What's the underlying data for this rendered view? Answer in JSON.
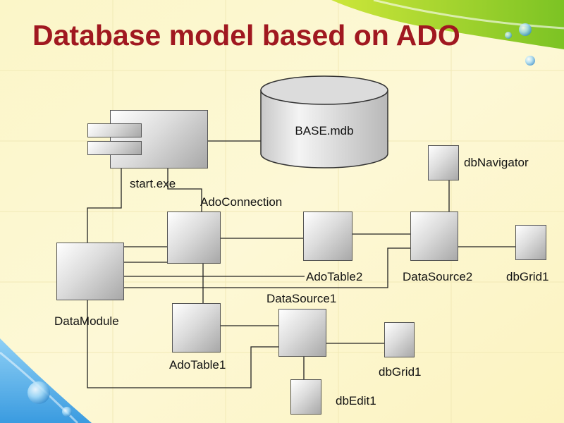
{
  "slide": {
    "title": "Database model based on ADO",
    "title_color": "#a01820"
  },
  "diagram": {
    "database": "BASE.mdb",
    "start": "start.exe",
    "ado_connection": "AdoConnection",
    "data_module": "DataModule",
    "ado_table1": "AdoTable1",
    "ado_table2": "AdoTable2",
    "data_source1": "DataSource1",
    "data_source2": "DataSource2",
    "db_navigator": "dbNavigator",
    "db_grid_top": "dbGrid1",
    "db_grid_bottom": "dbGrid1",
    "db_edit": "dbEdit1"
  }
}
